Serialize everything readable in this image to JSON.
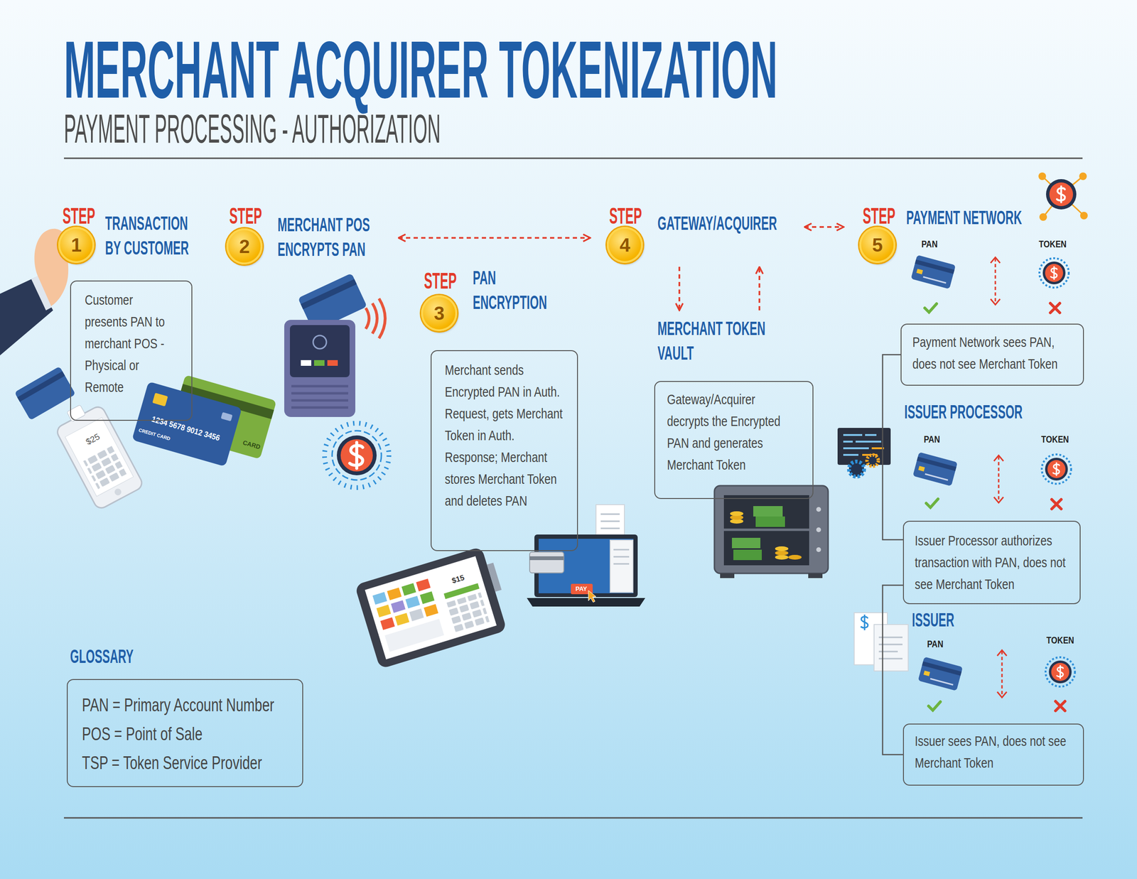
{
  "diagram": {
    "title": "MERCHANT ACQUIRER TOKENIZATION",
    "nodes": [
      {
        "text": [
          "STEP",
          "1",
          "TRANSACTION BY CUSTOMER"
        ]
      },
      {
        "text": [
          "Customer presents PAN to merchant POS - Physical or Remote"
        ]
      },
      {
        "text": [
          "STEP",
          "2",
          "MERCHANT POS ENCRYPTS PAN"
        ]
      },
      {
        "text": [
          "STEP",
          "3",
          "PAN ENCRYPTION"
        ]
      },
      {
        "text": [
          "Merchant sends Encrypted PAN in Auth. Request, gets Merchant Token in Auth. Response; Merchant stores Merchant Token and deletes PAN"
        ]
      },
      {
        "text": [
          "STEP",
          "4",
          "GATEWAY/ACQUIRER"
        ]
      },
      {
        "text": [
          "MERCHANT TOKEN VAULT",
          "Gateway/Acquirer decrypts the Encrypted PAN and generates Merchant Token"
        ]
      },
      {
        "text": [
          "STEP",
          "5",
          "PAYMENT NETWORK"
        ]
      },
      {
        "text": [
          "Payment Network sees PAN, does not see Merchant Token"
        ]
      },
      {
        "text": [
          "Issuer Processor authorizes transaction with PAN, does not see Merchant Token"
        ]
      },
      {
        "text": [
          "Issuer sees PAN, does not see Merchant Token"
        ]
      },
      {
        "text": [
          "GLOSSARY",
          "PAN = Primary Account Number",
          "POS = Point of Sale",
          "TSP = Token Service Provider"
        ]
      }
    ],
    "edges": [
      {
        "from": 2,
        "to": 5,
        "arrow": "both"
      },
      {
        "from": 5,
        "to": 7,
        "arrow": "both"
      },
      {
        "from": 5,
        "to": 6,
        "arrow": "to"
      },
      {
        "from": 6,
        "to": 5,
        "arrow": "to"
      },
      {
        "from": 8,
        "to": 9,
        "arrow": "none"
      },
      {
        "from": 9,
        "to": 10,
        "arrow": "none"
      }
    ],
    "labels": [
      "PAYMENT PROCESSING - AUTHORIZATION",
      "1234 5678 9012 3456",
      "CREDIT CARD",
      "CARD",
      "$25",
      "$15",
      "PAY",
      "PAN",
      "TOKEN",
      "ISSUER PROCESSOR",
      "PAN",
      "TOKEN",
      "ISSUER",
      "PAN",
      "TOKEN"
    ]
  }
}
